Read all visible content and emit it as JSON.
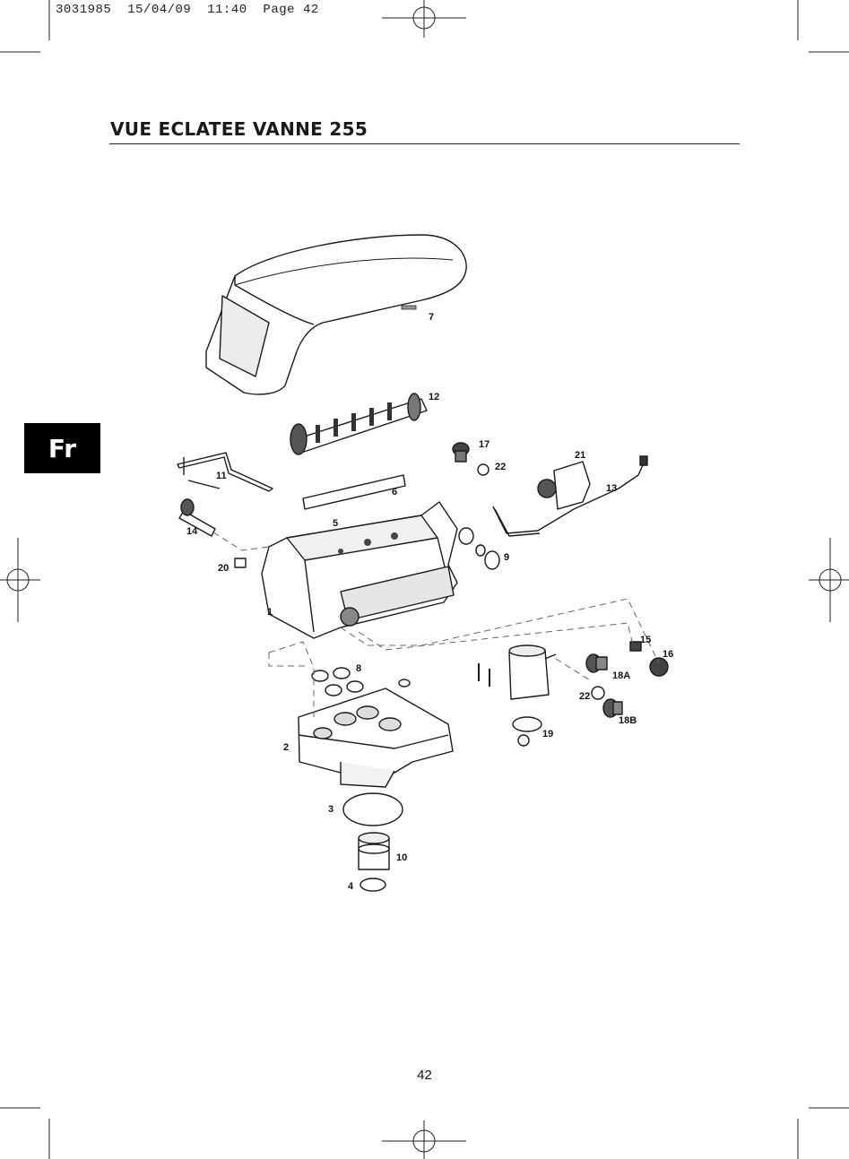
{
  "print_header": "3031985  15/04/09  11:40  Page 42",
  "title": "VUE ECLATEE VANNE 255",
  "language_tab": "Fr",
  "page_number": "42",
  "callouts": [
    "7",
    "12",
    "17",
    "22",
    "21",
    "13",
    "11",
    "6",
    "5",
    "14",
    "9",
    "20",
    "1",
    "15",
    "16",
    "8",
    "18A",
    "22",
    "18B",
    "19",
    "2",
    "3",
    "10",
    "4"
  ]
}
